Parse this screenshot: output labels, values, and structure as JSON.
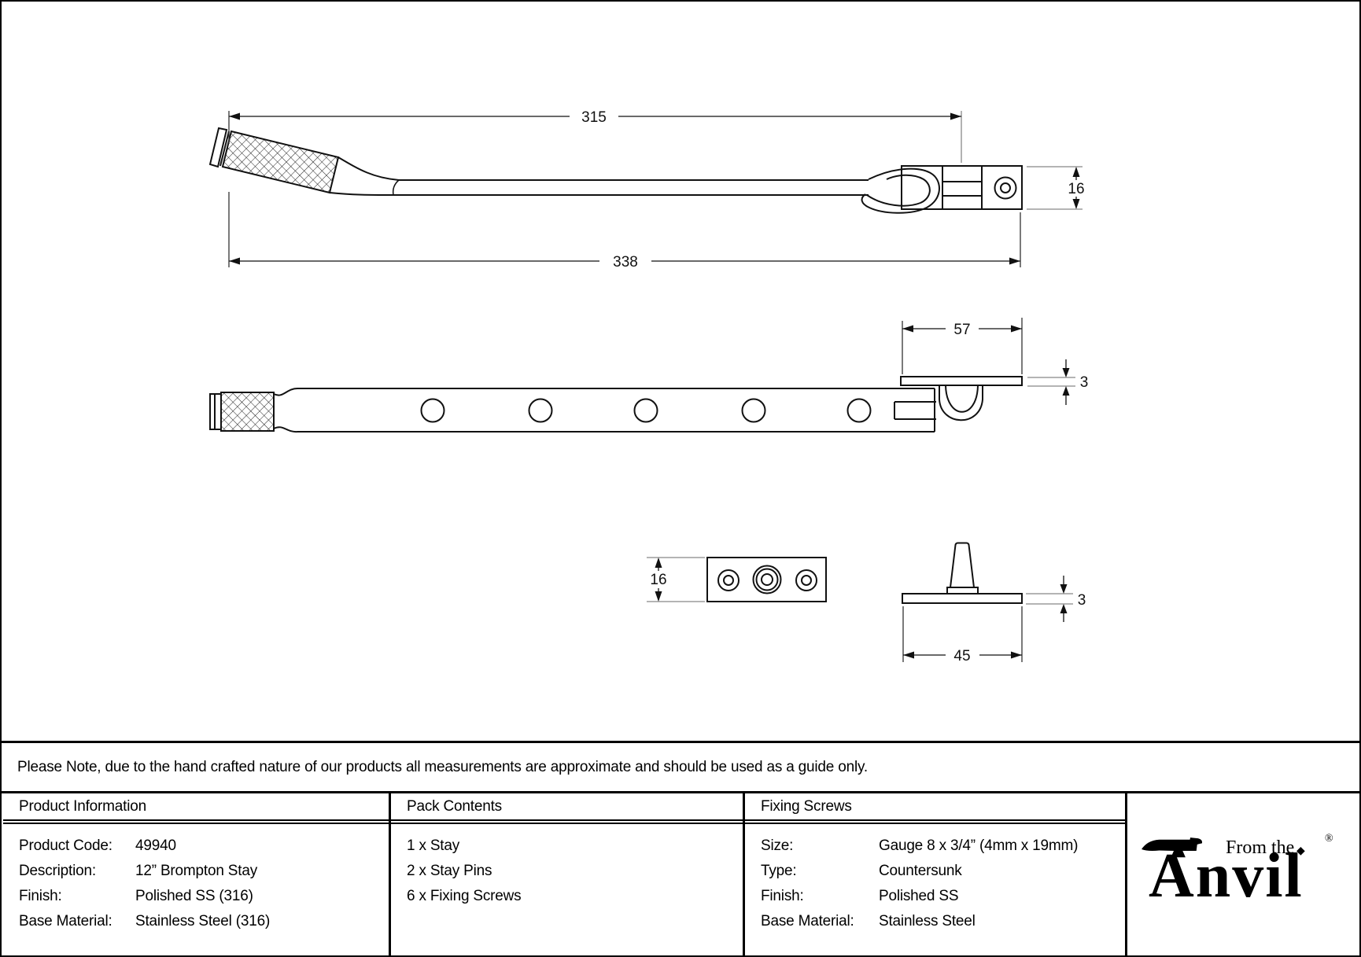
{
  "note": "Please Note, due to the hand crafted nature of our products all measurements are approximate and should be used as a guide only.",
  "dimensions": {
    "side_view": {
      "pivot_length": "315",
      "overall_length": "338",
      "end_block_height": "16"
    },
    "plan_view": {
      "keep_plate_width": "57",
      "keep_plate_thickness": "3"
    },
    "keep_view": {
      "plate_height": "16"
    },
    "pin_view": {
      "plate_thickness": "3",
      "plate_width": "45"
    }
  },
  "table": {
    "product_information": {
      "title": "Product Information",
      "rows": [
        {
          "label": "Product Code:",
          "value": "49940"
        },
        {
          "label": "Description:",
          "value": "12” Brompton Stay"
        },
        {
          "label": "Finish:",
          "value": "Polished SS (316)"
        },
        {
          "label": "Base Material:",
          "value": "Stainless Steel (316)"
        }
      ]
    },
    "pack_contents": {
      "title": "Pack Contents",
      "items": [
        "1 x Stay",
        "2 x Stay Pins",
        "6 x Fixing Screws"
      ]
    },
    "fixing_screws": {
      "title": "Fixing Screws",
      "rows": [
        {
          "label": "Size:",
          "value": "Gauge 8 x 3/4” (4mm x 19mm)"
        },
        {
          "label": "Type:",
          "value": "Countersunk"
        },
        {
          "label": "Finish:",
          "value": "Polished SS"
        },
        {
          "label": "Base Material:",
          "value": "Stainless Steel"
        }
      ]
    }
  },
  "brand": {
    "prefix": "From the",
    "name": "Anvil",
    "registered": "®",
    "separator": "◆"
  }
}
